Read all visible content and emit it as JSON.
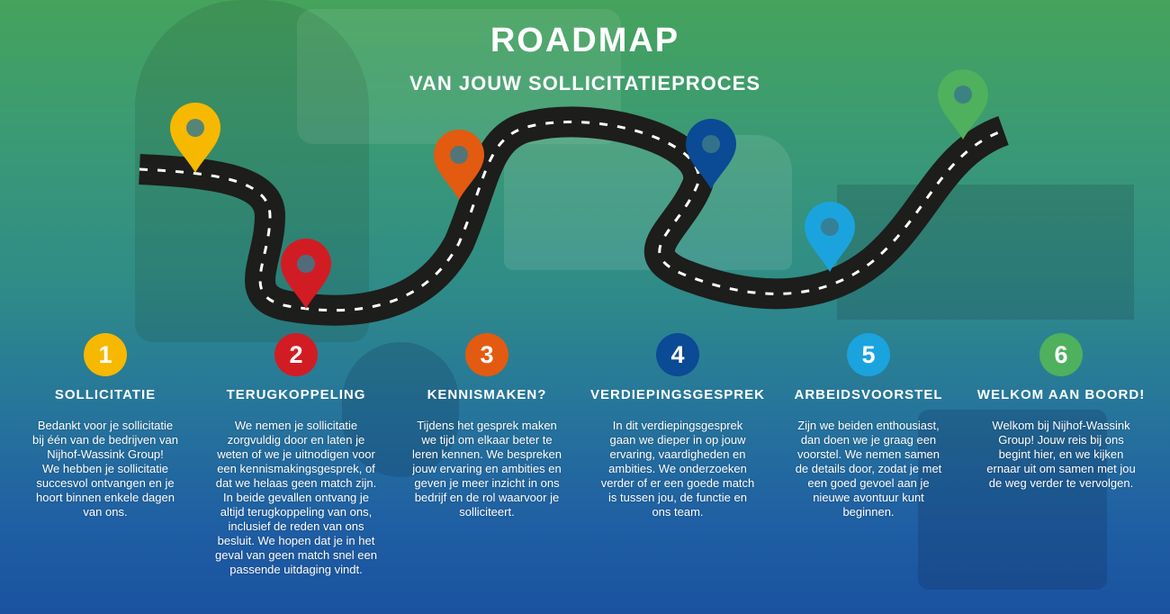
{
  "heading": {
    "title": "ROADMAP",
    "subtitle": "VAN JOUW SOLLICITATIEPROCES"
  },
  "colors": {
    "yellow": "#f7b800",
    "red": "#d21c24",
    "orange": "#e35b10",
    "dark_blue": "#0b4a94",
    "light_blue": "#1ba3de",
    "green": "#4fb05e"
  },
  "pins": [
    {
      "name": "pin-yellow-icon",
      "color": "#f7b800"
    },
    {
      "name": "pin-red-icon",
      "color": "#d21c24"
    },
    {
      "name": "pin-orange-icon",
      "color": "#e35b10"
    },
    {
      "name": "pin-dark-blue-icon",
      "color": "#0b4a94"
    },
    {
      "name": "pin-light-blue-icon",
      "color": "#1ba3de"
    },
    {
      "name": "pin-green-icon",
      "color": "#4fb05e"
    }
  ],
  "steps": [
    {
      "number": "1",
      "color": "#f7b800",
      "title": "SOLLICITATIE",
      "lines": [
        "Bedankt voor je sollicitatie",
        "bij één van de bedrijven van",
        "Nijhof-Wassink Group!",
        "We hebben je sollicitatie",
        "succesvol ontvangen en  je",
        "hoort binnen enkele dagen",
        "van ons."
      ]
    },
    {
      "number": "2",
      "color": "#d21c24",
      "title": "TERUGKOPPELING",
      "lines": [
        "We nemen je sollicitatie",
        "zorgvuldig door en laten je",
        "weten of we je uitnodigen voor",
        "een kennismakingsgesprek, of",
        "dat we helaas geen match zijn.",
        "In beide gevallen ontvang je",
        "altijd terugkoppeling van ons,",
        "inclusief de reden van ons",
        "besluit. We hopen dat je in het",
        "geval van geen match snel een",
        "passende uitdaging vindt."
      ]
    },
    {
      "number": "3",
      "color": "#e35b10",
      "title": "KENNISMAKEN?",
      "lines": [
        "Tijdens het gesprek maken",
        "we tijd om elkaar beter te",
        "leren kennen. We bespreken",
        "jouw ervaring en ambities en",
        "geven je meer inzicht in ons",
        "bedrijf en de rol waarvoor je",
        "solliciteert."
      ]
    },
    {
      "number": "4",
      "color": "#0b4a94",
      "title": "VERDIEPINGSGESPREK",
      "lines": [
        "In dit verdiepingsgesprek",
        "gaan we dieper in op jouw",
        "ervaring, vaardigheden en",
        "ambities. We onderzoeken",
        "verder of er een goede match",
        "is tussen jou, de functie en",
        "ons team."
      ]
    },
    {
      "number": "5",
      "color": "#1ba3de",
      "title": "ARBEIDSVOORSTEL",
      "lines": [
        "Zijn we beiden enthousiast,",
        "dan doen we je graag een",
        "voorstel. We nemen samen",
        "de details door, zodat je met",
        "een goed gevoel aan je",
        "nieuwe avontuur kunt",
        "beginnen."
      ]
    },
    {
      "number": "6",
      "color": "#4fb05e",
      "title": "WELKOM AAN BOORD!",
      "lines": [
        "Welkom bij Nijhof-Wassink",
        "Group! Jouw reis bij ons",
        "begint hier, en we kijken",
        "ernaar uit om samen met jou",
        "de weg verder te vervolgen."
      ]
    }
  ]
}
